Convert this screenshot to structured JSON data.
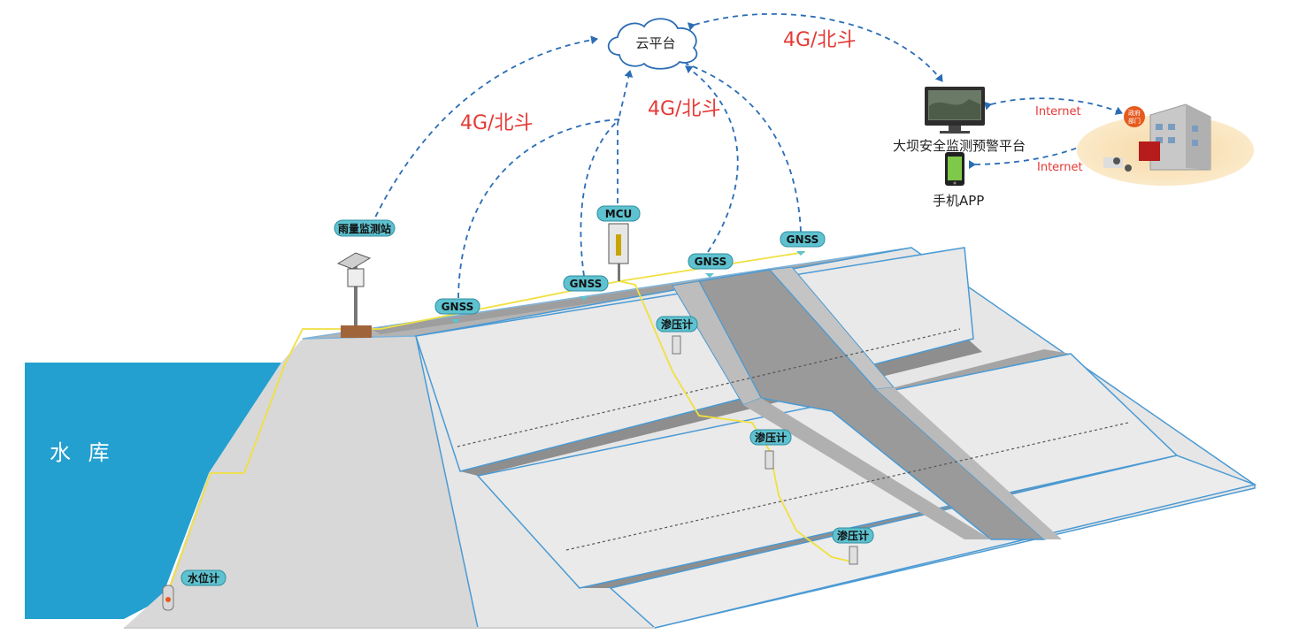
{
  "cloud_label": "云平台",
  "link_labels": [
    "4G/北斗",
    "4G/北斗",
    "4G/北斗"
  ],
  "internet_label": "Internet",
  "platform_label": "大坝安全监测预警平台",
  "app_label": "手机APP",
  "gov_label": [
    "政府",
    "部门"
  ],
  "reservoir_label": "水 库",
  "sensors": {
    "gnss": "GNSS",
    "mcu": "MCU",
    "rain_station": "雨量监测站",
    "piezometer": "渗压计",
    "water_level": "水位计"
  },
  "colors": {
    "link_text": "#e53935",
    "dashed_link": "#2a6db5",
    "reservoir": "#23a0cf",
    "sensor_tag": "#5ec2d0",
    "cable": "#f0e040"
  }
}
